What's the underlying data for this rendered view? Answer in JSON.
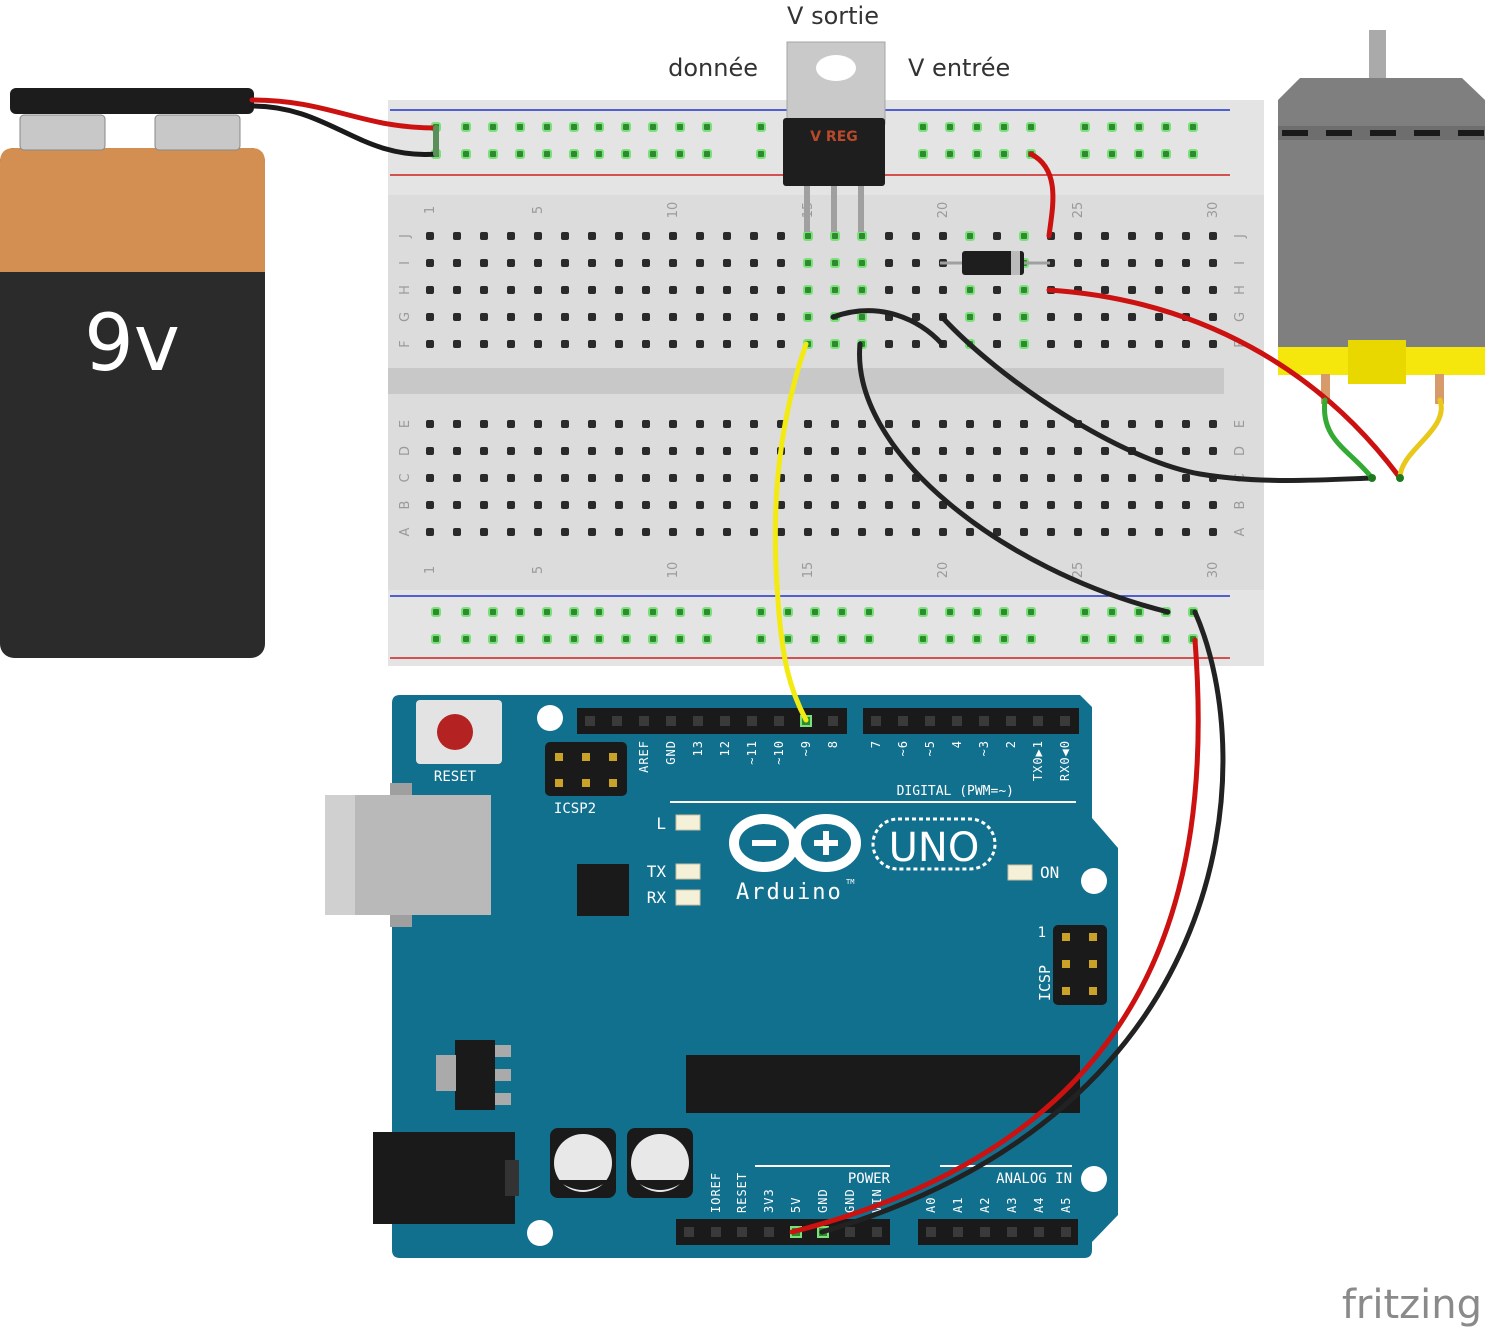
{
  "labels": {
    "v_out": "V sortie",
    "data": "donnée",
    "v_in": "V entrée"
  },
  "battery": {
    "voltage": "9v"
  },
  "regulator": {
    "marking": "V REG"
  },
  "breadboard": {
    "column_numbers": [
      "1",
      "5",
      "10",
      "15",
      "20",
      "25",
      "30"
    ],
    "top_rows": [
      "J",
      "I",
      "H",
      "G",
      "F"
    ],
    "bottom_rows": [
      "E",
      "D",
      "C",
      "B",
      "A"
    ]
  },
  "arduino": {
    "reset": "RESET",
    "icsp2": "ICSP2",
    "icsp": "ICSP",
    "icsp_pin1": "1",
    "logo_text": "Arduino",
    "tm": "TM",
    "model": "UNO",
    "led_l": "L",
    "led_tx": "TX",
    "led_rx": "RX",
    "led_on": "ON",
    "digital_header": "DIGITAL (PWM=~)",
    "power_header": "POWER",
    "analog_header": "ANALOG IN",
    "digital_pins": [
      "AREF",
      "GND",
      "13",
      "12",
      "~11",
      "~10",
      "~9",
      "8",
      "7",
      "~6",
      "~5",
      "4",
      "~3",
      "2",
      "TX0▶1",
      "RX0◀0"
    ],
    "power_pins": [
      "IOREF",
      "RESET",
      "3V3",
      "5V",
      "GND",
      "GND",
      "VIN"
    ],
    "analog_pins": [
      "A0",
      "A1",
      "A2",
      "A3",
      "A4",
      "A5"
    ]
  },
  "watermark": "fritzing",
  "colors": {
    "arduino_board": "#12708f",
    "wire_red": "#cc1111",
    "wire_black": "#222222",
    "wire_yellow": "#f2ea10",
    "wire_green": "#33aa33",
    "motor_band": "#f5e60c",
    "battery_label": "#d38e52",
    "breadboard": "#dcdcdc"
  }
}
